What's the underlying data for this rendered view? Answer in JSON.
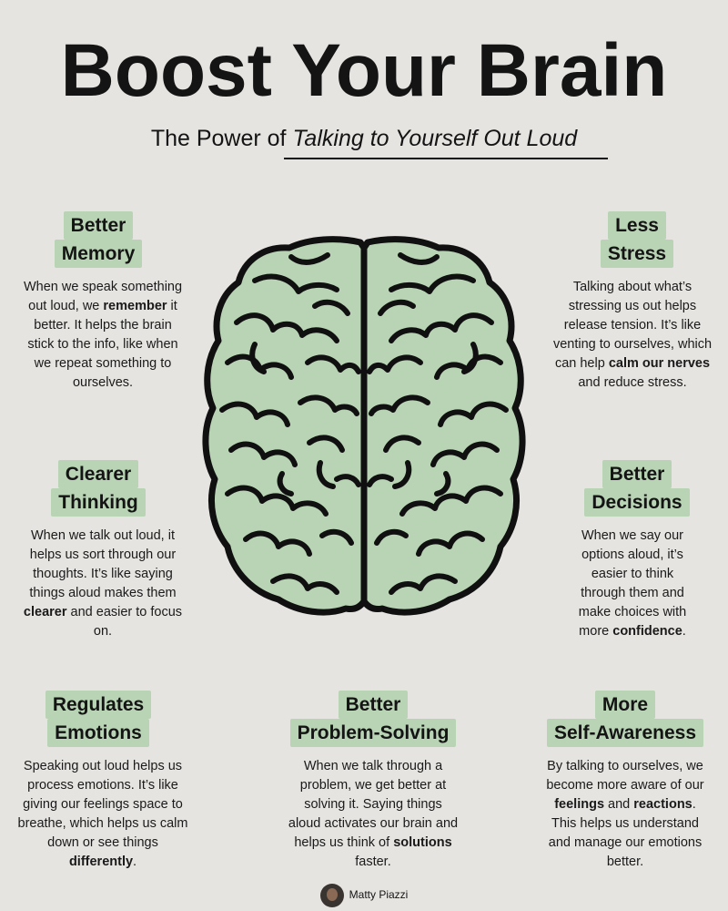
{
  "title": "Boost Your Brain",
  "subtitle_prefix": "The Power of ",
  "subtitle_em": "Talking to Yourself Out Loud",
  "colors": {
    "background": "#e6e4e1",
    "highlight": "#b9d4b5",
    "brain_fill": "#b9d4b5",
    "ink": "#141414"
  },
  "benefits": {
    "memory": {
      "h1": "Better",
      "h2": "Memory",
      "d1": "When we speak something out loud, we ",
      "b1": "remember",
      "d2": " it better. It helps the brain stick to the info, like when we repeat something to ourselves."
    },
    "stress": {
      "h1": "Less",
      "h2": "Stress",
      "d1": "Talking about what’s stressing us out helps release tension. It’s like venting to ourselves, which can help ",
      "b1": "calm our nerves",
      "d2": " and reduce stress."
    },
    "thinking": {
      "h1": "Clearer",
      "h2": "Thinking",
      "d1": "When we talk out loud, it helps us sort through our thoughts. It’s like saying things aloud makes them ",
      "b1": "clearer",
      "d2": " and easier to focus on."
    },
    "decisions": {
      "h1": "Better",
      "h2": "Decisions",
      "d1": "When we say our options aloud, it’s easier to think through them and make choices with more ",
      "b1": "confidence",
      "d2": "."
    },
    "emotions": {
      "h1": "Regulates",
      "h2": "Emotions",
      "d1": "Speaking out loud helps us process emotions. It’s like giving our feelings space to breathe, which helps us calm down or see things ",
      "b1": "differently",
      "d2": "."
    },
    "problem": {
      "h1": "Better",
      "h2": "Problem-Solving",
      "d1": "When we talk through a problem, we get better at solving it. Saying things aloud activates our brain and helps us think of ",
      "b1": "solutions",
      "d2": " faster."
    },
    "awareness": {
      "h1": "More",
      "h2": "Self-Awareness",
      "d1": "By talking to ourselves, we become more aware of our ",
      "b1": "feelings",
      "d2": " and ",
      "b2": "reactions",
      "d3": ". This helps us understand and manage our emotions better."
    }
  },
  "footer": {
    "author": "Matty Piazzi"
  }
}
